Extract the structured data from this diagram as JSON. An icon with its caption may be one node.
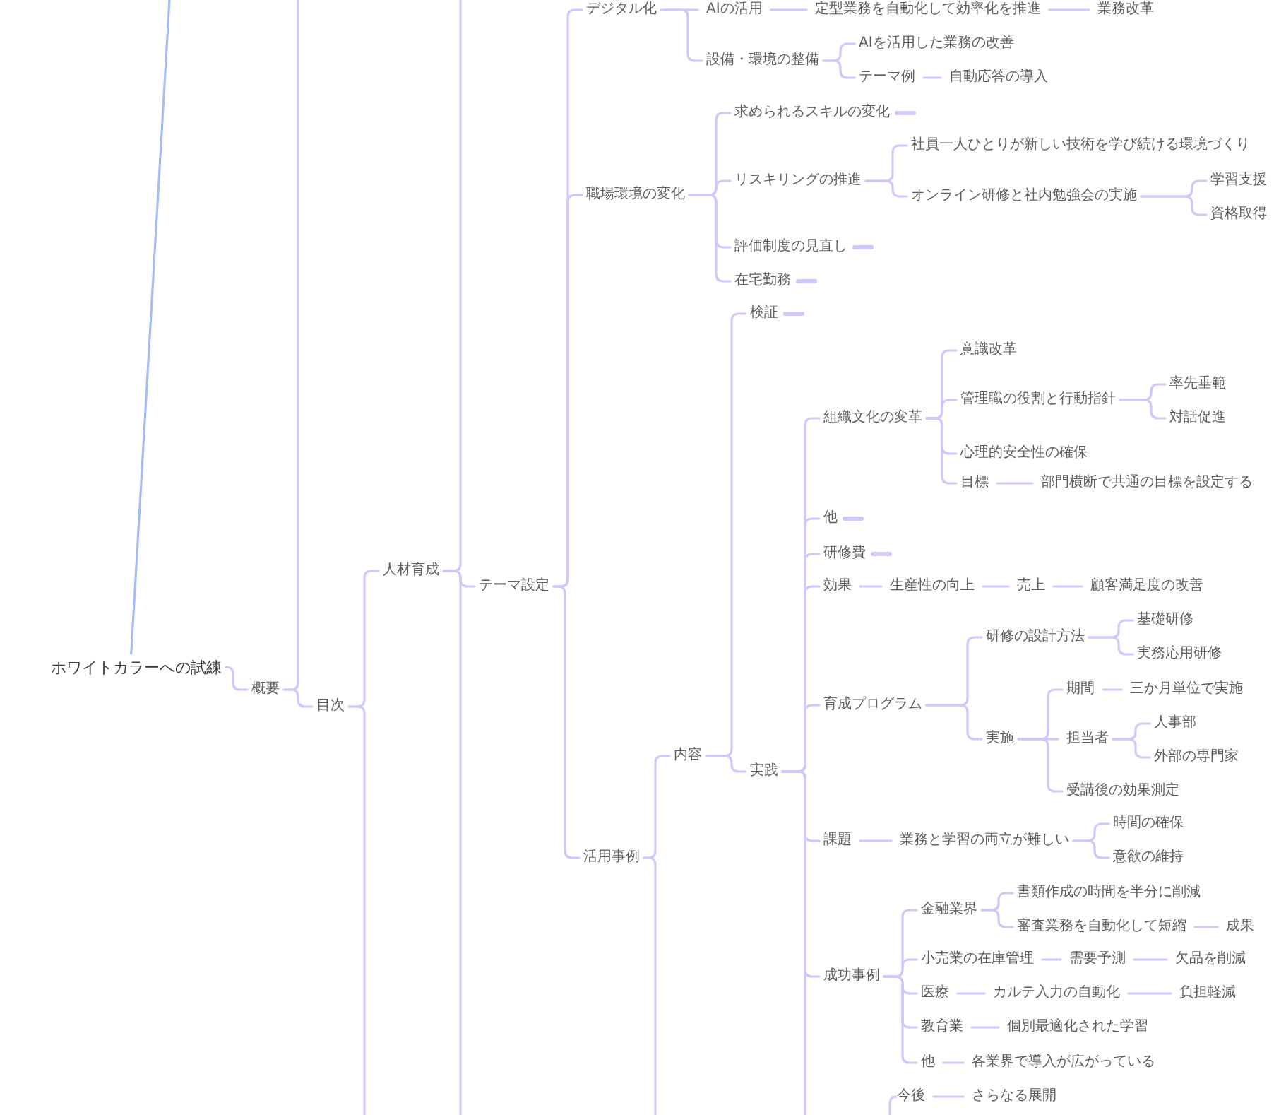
{
  "diagram": {
    "nodes": [
      {
        "text": [
          "ホワイトカラーへの試練"
        ]
      },
      {
        "text": [
          "概要"
        ]
      },
      {
        "text": [
          "目次"
        ]
      },
      {
        "text": [
          "人材育成"
        ]
      },
      {
        "text": [
          "テーマ設定"
        ]
      },
      {
        "text": [
          "デジタル化"
        ]
      },
      {
        "text": [
          "AIの活用"
        ]
      },
      {
        "text": [
          "定型業務を自動化して効率化を推進"
        ]
      },
      {
        "text": [
          "業務改革"
        ]
      },
      {
        "text": [
          "設備・環境の整備"
        ]
      },
      {
        "text": [
          "AIを活用した業務の改善"
        ]
      },
      {
        "text": [
          "テーマ例"
        ]
      },
      {
        "text": [
          "自動応答の導入"
        ]
      },
      {
        "text": [
          "職場環境の変化"
        ]
      },
      {
        "text": [
          "求められるスキルの変化"
        ]
      },
      {
        "text": [
          "リスキリングの推進"
        ]
      },
      {
        "text": [
          "社員一人ひとりが新しい技術を学び続ける環境づくり"
        ]
      },
      {
        "text": [
          "オンライン研修と社内勉強会の実施"
        ]
      },
      {
        "text": [
          "学習支援"
        ]
      },
      {
        "text": [
          "資格取得"
        ]
      },
      {
        "text": [
          "評価制度の見直し"
        ]
      },
      {
        "text": [
          "在宅勤務"
        ]
      },
      {
        "text": [
          "活用事例"
        ]
      },
      {
        "text": [
          "内容"
        ]
      },
      {
        "text": [
          "検証"
        ]
      },
      {
        "text": [
          "実践"
        ]
      },
      {
        "text": [
          "組織文化の変革"
        ]
      },
      {
        "text": [
          "意識改革"
        ]
      },
      {
        "text": [
          "管理職の役割と行動指針"
        ]
      },
      {
        "text": [
          "率先垂範"
        ]
      },
      {
        "text": [
          "対話促進"
        ]
      },
      {
        "text": [
          "心理的安全性の確保"
        ]
      },
      {
        "text": [
          "目標"
        ]
      },
      {
        "text": [
          "部門横断で共通の目標を設定する"
        ]
      },
      {
        "text": [
          "他"
        ]
      },
      {
        "text": [
          "研修費"
        ]
      },
      {
        "text": [
          "効果"
        ]
      },
      {
        "text": [
          "生産性の向上"
        ]
      },
      {
        "text": [
          "売上"
        ]
      },
      {
        "text": [
          "顧客満足度の改善"
        ]
      },
      {
        "text": [
          "育成プログラム"
        ]
      },
      {
        "text": [
          "研修の設計方法"
        ]
      },
      {
        "text": [
          "基礎研修"
        ]
      },
      {
        "text": [
          "実務応用研修"
        ]
      },
      {
        "text": [
          "実施"
        ]
      },
      {
        "text": [
          "期間"
        ]
      },
      {
        "text": [
          "三か月単位で実施"
        ]
      },
      {
        "text": [
          "担当者"
        ]
      },
      {
        "text": [
          "人事部"
        ]
      },
      {
        "text": [
          "外部の専門家"
        ]
      },
      {
        "text": [
          "受講後の効果測定"
        ]
      },
      {
        "text": [
          "課題"
        ]
      },
      {
        "text": [
          "業務と学習の両立が難しい"
        ]
      },
      {
        "text": [
          "時間の確保"
        ]
      },
      {
        "text": [
          "意欲の維持"
        ]
      },
      {
        "text": [
          "成功事例"
        ]
      },
      {
        "text": [
          "金融業界"
        ]
      },
      {
        "text": [
          "書類作成の時間を半分に削減"
        ]
      },
      {
        "text": [
          "審査業務を自動化して短縮"
        ]
      },
      {
        "text": [
          "成果"
        ]
      },
      {
        "text": [
          "小売業の在庫管理"
        ]
      },
      {
        "text": [
          "需要予測"
        ]
      },
      {
        "text": [
          "欠品を削減"
        ]
      },
      {
        "text": [
          "医療"
        ]
      },
      {
        "text": [
          "カルテ入力の自動化"
        ]
      },
      {
        "text": [
          "負担軽減"
        ]
      },
      {
        "text": [
          "教育業"
        ]
      },
      {
        "text": [
          "個別最適化された学習"
        ]
      },
      {
        "text": [
          "他"
        ]
      },
      {
        "text": [
          "各業界で導入が広がっている"
        ]
      },
      {
        "text": [
          "今後"
        ]
      },
      {
        "text": [
          "さらなる展開"
        ]
      }
    ],
    "edges": [
      {
        "from": 0,
        "to": null,
        "arrow": "none",
        "color": "#a8bcf6"
      },
      {
        "from": 0,
        "to": 1,
        "arrow": "none"
      },
      {
        "from": 1,
        "to": null,
        "arrow": "none"
      },
      {
        "from": 1,
        "to": 2,
        "arrow": "none"
      },
      {
        "from": 2,
        "to": 3,
        "arrow": "none"
      },
      {
        "from": 2,
        "to": null,
        "arrow": "none"
      },
      {
        "from": 3,
        "to": null,
        "arrow": "none"
      },
      {
        "from": 3,
        "to": 4,
        "arrow": "none"
      },
      {
        "from": 3,
        "to": null,
        "arrow": "none"
      },
      {
        "from": 4,
        "to": 5,
        "arrow": "none"
      },
      {
        "from": 5,
        "to": 6,
        "arrow": "none"
      },
      {
        "from": 6,
        "to": 7,
        "arrow": "none"
      },
      {
        "from": 7,
        "to": 8,
        "arrow": "none"
      },
      {
        "from": 5,
        "to": 9,
        "arrow": "none"
      },
      {
        "from": 9,
        "to": 10,
        "arrow": "none"
      },
      {
        "from": 9,
        "to": 11,
        "arrow": "none"
      },
      {
        "from": 11,
        "to": 12,
        "arrow": "none"
      },
      {
        "from": 4,
        "to": 13,
        "arrow": "none"
      },
      {
        "from": 13,
        "to": 14,
        "arrow": "none"
      },
      {
        "from": 14,
        "to": null,
        "arrow": "none"
      },
      {
        "from": 13,
        "to": 15,
        "arrow": "none"
      },
      {
        "from": 15,
        "to": 16,
        "arrow": "none"
      },
      {
        "from": 15,
        "to": 17,
        "arrow": "none"
      },
      {
        "from": 17,
        "to": 18,
        "arrow": "none"
      },
      {
        "from": 17,
        "to": 19,
        "arrow": "none"
      },
      {
        "from": 13,
        "to": 20,
        "arrow": "none"
      },
      {
        "from": 20,
        "to": null,
        "arrow": "none"
      },
      {
        "from": 13,
        "to": 21,
        "arrow": "none"
      },
      {
        "from": 21,
        "to": null,
        "arrow": "none"
      },
      {
        "from": 4,
        "to": 22,
        "arrow": "none"
      },
      {
        "from": 22,
        "to": 23,
        "arrow": "none"
      },
      {
        "from": 22,
        "to": null,
        "arrow": "none"
      },
      {
        "from": 23,
        "to": 24,
        "arrow": "none"
      },
      {
        "from": 24,
        "to": null,
        "arrow": "none"
      },
      {
        "from": 23,
        "to": 25,
        "arrow": "none"
      },
      {
        "from": 25,
        "to": 26,
        "arrow": "none"
      },
      {
        "from": 25,
        "to": null,
        "arrow": "none"
      },
      {
        "from": 26,
        "to": 27,
        "arrow": "none"
      },
      {
        "from": 26,
        "to": 28,
        "arrow": "none"
      },
      {
        "from": 28,
        "to": 29,
        "arrow": "none"
      },
      {
        "from": 28,
        "to": 30,
        "arrow": "none"
      },
      {
        "from": 26,
        "to": 31,
        "arrow": "none"
      },
      {
        "from": 26,
        "to": 32,
        "arrow": "none"
      },
      {
        "from": 32,
        "to": 33,
        "arrow": "none"
      },
      {
        "from": 25,
        "to": 34,
        "arrow": "none"
      },
      {
        "from": 34,
        "to": null,
        "arrow": "none"
      },
      {
        "from": 25,
        "to": 35,
        "arrow": "none"
      },
      {
        "from": 35,
        "to": null,
        "arrow": "none"
      },
      {
        "from": 25,
        "to": 36,
        "arrow": "none"
      },
      {
        "from": 36,
        "to": 37,
        "arrow": "none"
      },
      {
        "from": 37,
        "to": 38,
        "arrow": "none"
      },
      {
        "from": 38,
        "to": 39,
        "arrow": "none"
      },
      {
        "from": 25,
        "to": 40,
        "arrow": "none"
      },
      {
        "from": 40,
        "to": 41,
        "arrow": "none"
      },
      {
        "from": 41,
        "to": 42,
        "arrow": "none"
      },
      {
        "from": 41,
        "to": 43,
        "arrow": "none"
      },
      {
        "from": 40,
        "to": 44,
        "arrow": "none"
      },
      {
        "from": 44,
        "to": 45,
        "arrow": "none"
      },
      {
        "from": 45,
        "to": 46,
        "arrow": "none"
      },
      {
        "from": 44,
        "to": 47,
        "arrow": "none"
      },
      {
        "from": 47,
        "to": 48,
        "arrow": "none"
      },
      {
        "from": 47,
        "to": 49,
        "arrow": "none"
      },
      {
        "from": 44,
        "to": 50,
        "arrow": "none"
      },
      {
        "from": 25,
        "to": 51,
        "arrow": "none"
      },
      {
        "from": 51,
        "to": 52,
        "arrow": "none"
      },
      {
        "from": 52,
        "to": 53,
        "arrow": "none"
      },
      {
        "from": 52,
        "to": 54,
        "arrow": "none"
      },
      {
        "from": 25,
        "to": 55,
        "arrow": "none"
      },
      {
        "from": 55,
        "to": 56,
        "arrow": "none"
      },
      {
        "from": 56,
        "to": 57,
        "arrow": "none"
      },
      {
        "from": 56,
        "to": 58,
        "arrow": "none"
      },
      {
        "from": 58,
        "to": 59,
        "arrow": "none"
      },
      {
        "from": 55,
        "to": 60,
        "arrow": "none"
      },
      {
        "from": 60,
        "to": 61,
        "arrow": "none"
      },
      {
        "from": 61,
        "to": 62,
        "arrow": "none"
      },
      {
        "from": 55,
        "to": 63,
        "arrow": "none"
      },
      {
        "from": 63,
        "to": 64,
        "arrow": "none"
      },
      {
        "from": 64,
        "to": 65,
        "arrow": "none"
      },
      {
        "from": 55,
        "to": 66,
        "arrow": "none"
      },
      {
        "from": 66,
        "to": 67,
        "arrow": "none"
      },
      {
        "from": 55,
        "to": 68,
        "arrow": "none"
      },
      {
        "from": 68,
        "to": 69,
        "arrow": "none"
      },
      {
        "from": null,
        "to": 70,
        "arrow": "none"
      },
      {
        "from": 70,
        "to": 71,
        "arrow": "none"
      }
    ]
  }
}
